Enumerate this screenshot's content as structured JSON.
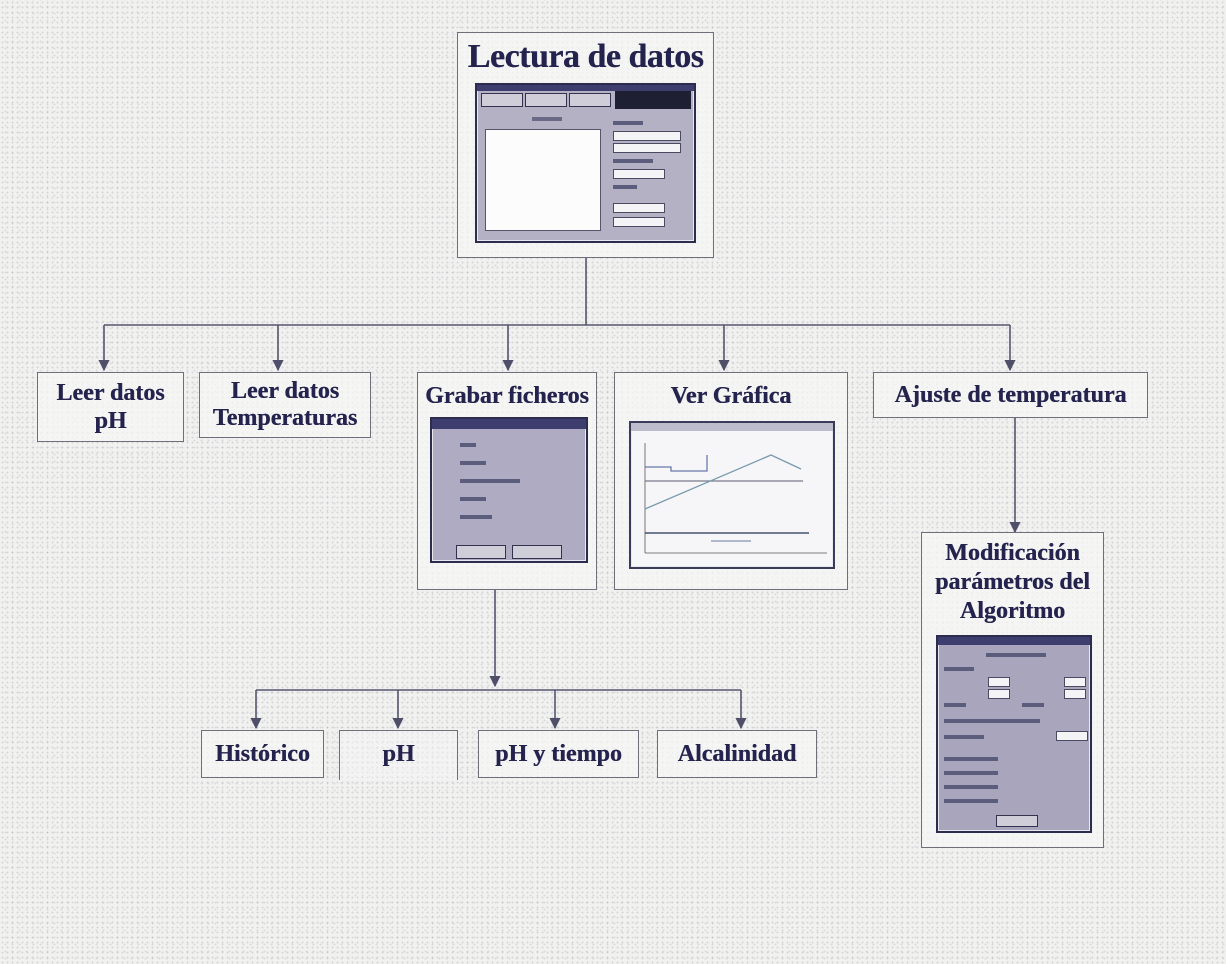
{
  "diagram": {
    "root": {
      "title": "Lectura de datos"
    },
    "branches": [
      {
        "id": "leer-ph",
        "label_line1": "Leer datos",
        "label_line2": "pH"
      },
      {
        "id": "leer-temp",
        "label_line1": "Leer datos",
        "label_line2": "Temperaturas"
      },
      {
        "id": "grabar",
        "label": "Grabar ficheros"
      },
      {
        "id": "grafica",
        "label": "Ver Gráfica"
      },
      {
        "id": "ajuste",
        "label": "Ajuste de temperatura"
      }
    ],
    "file_types": [
      "Histórico",
      "pH",
      "pH y tiempo",
      "Alcalinidad"
    ],
    "algorithm": {
      "line1": "Modificación",
      "line2": "parámetros del",
      "line3": "Algoritmo"
    }
  },
  "colors": {
    "text": "#23234d",
    "connector": "#55556e",
    "screenshot_bg": "#b4b1c4",
    "titlebar": "#3d3d6e"
  }
}
